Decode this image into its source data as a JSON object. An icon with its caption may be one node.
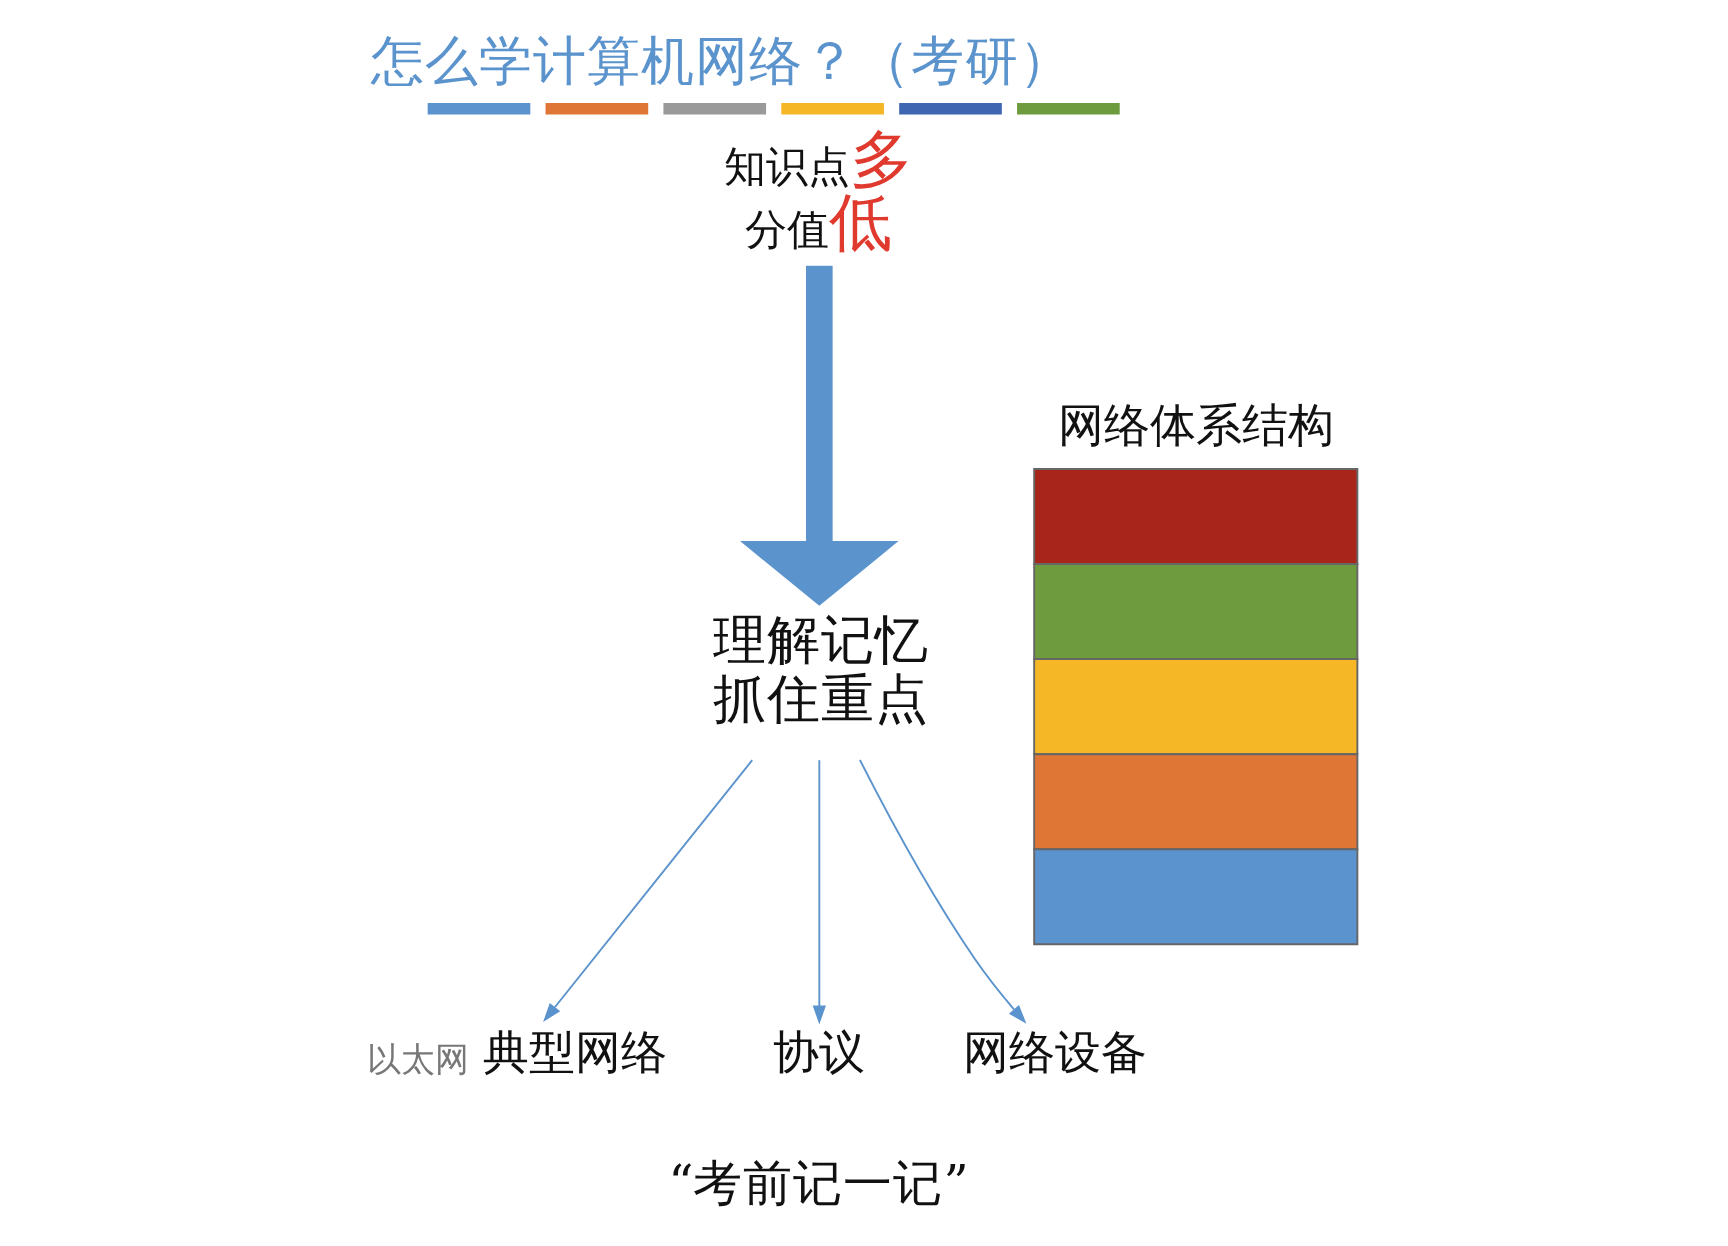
{
  "diagram": {
    "title": "怎么学计算机网络？（考研）",
    "nodes": [
      {
        "text": [
          "知识点**多**",
          "分值**低**"
        ]
      },
      {
        "text": [
          "理解记忆",
          "抓住重点"
        ]
      },
      {
        "text": [
          "典型网络"
        ],
        "beside": [
          "以太网"
        ]
      },
      {
        "text": [
          "协议"
        ]
      },
      {
        "text": [
          "网络设备"
        ]
      },
      {
        "text": [
          "网络体系结构"
        ]
      }
    ],
    "edges": [
      {
        "from": 0,
        "to": 1,
        "arrow": "to",
        "style": "thick"
      },
      {
        "from": 1,
        "to": 2,
        "arrow": "to"
      },
      {
        "from": 1,
        "to": 3,
        "arrow": "to"
      },
      {
        "from": 1,
        "to": 4,
        "arrow": "to"
      }
    ],
    "labels": [
      "“考前记一记”"
    ]
  }
}
